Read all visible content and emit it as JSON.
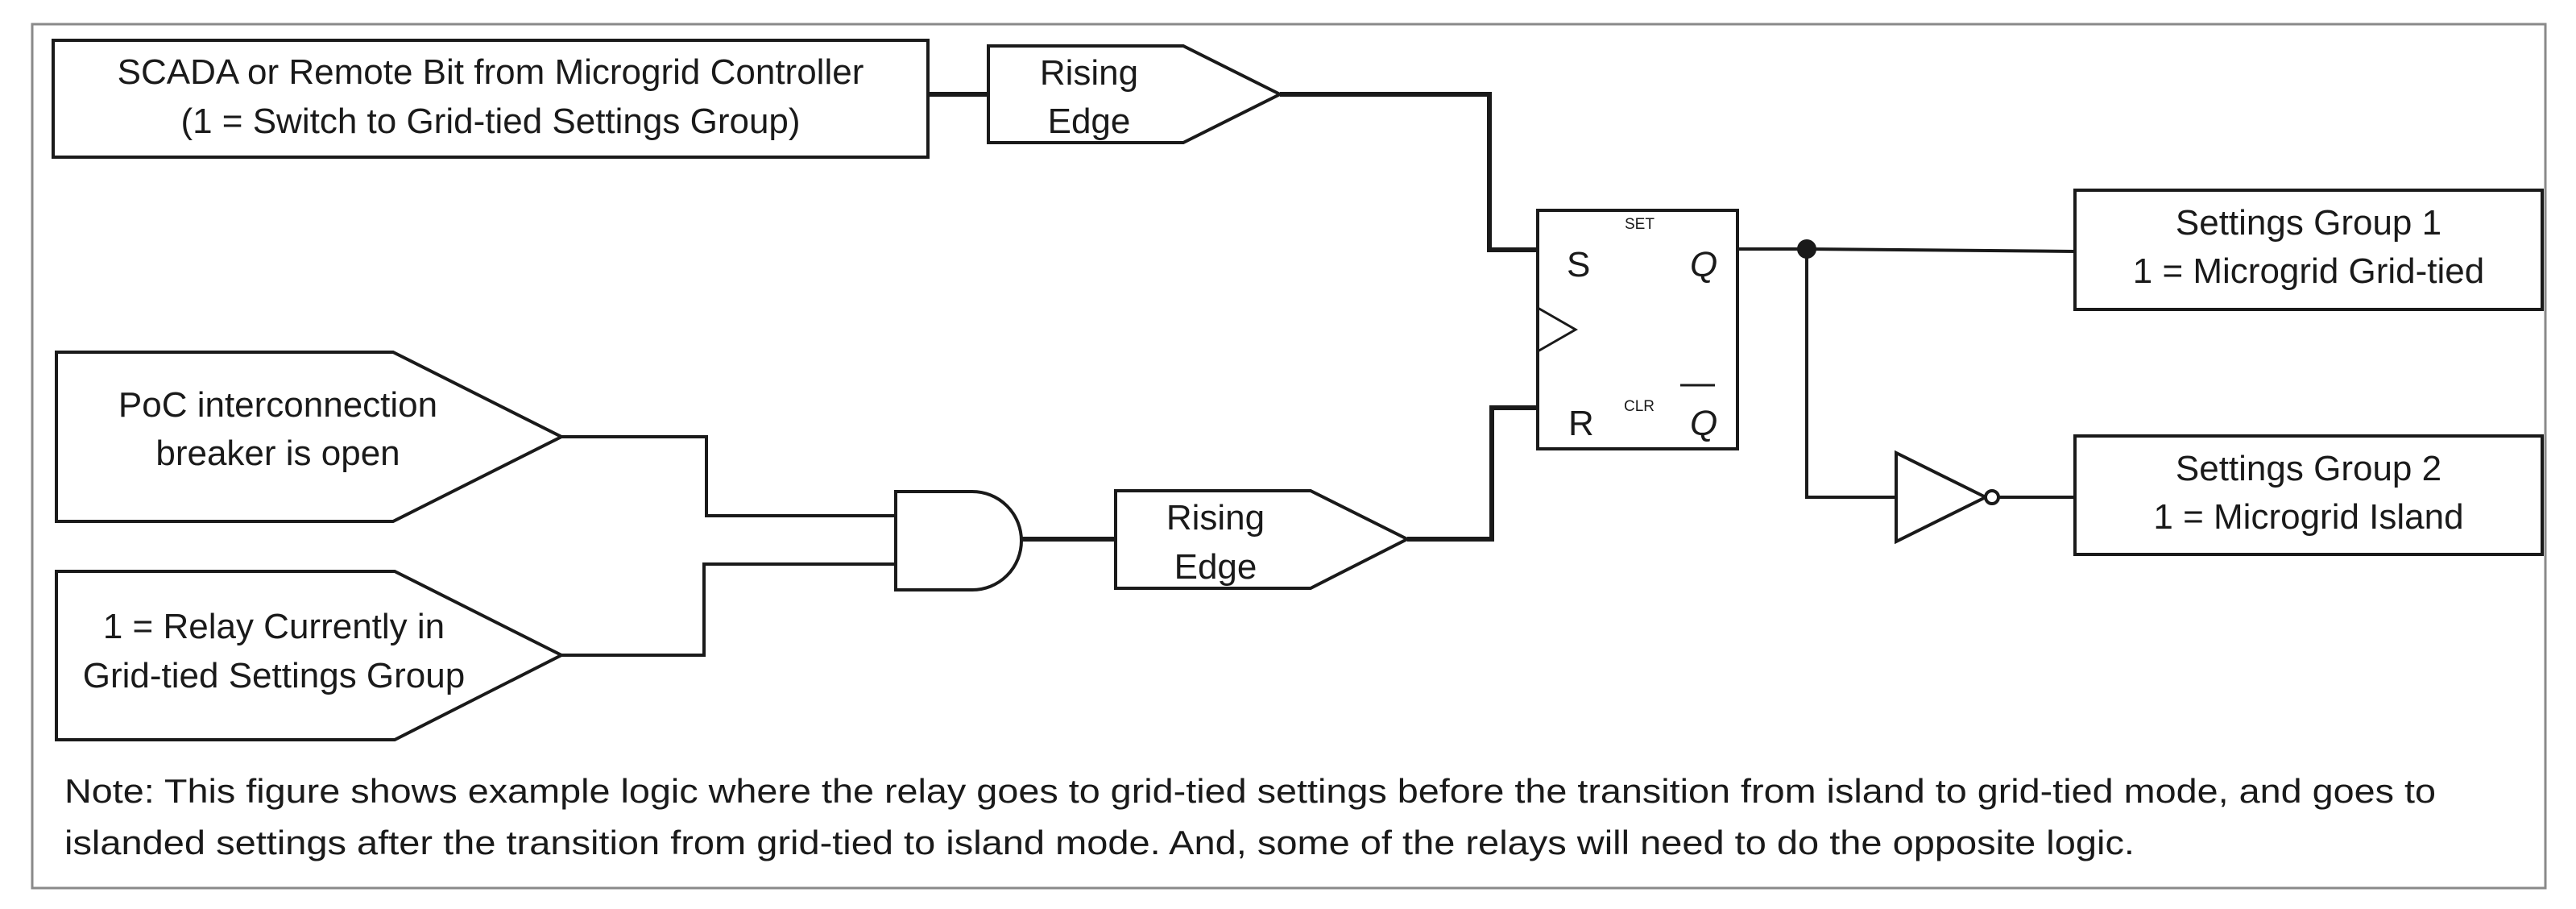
{
  "blocks": {
    "scada": {
      "line1": "SCADA or Remote Bit from Microgrid Controller",
      "line2": "(1 = Switch to Grid-tied Settings Group)"
    },
    "rising_edge_top": {
      "line1": "Rising",
      "line2": "Edge"
    },
    "rising_edge_bottom": {
      "line1": "Rising",
      "line2": "Edge"
    },
    "poc_input": {
      "line1": "PoC interconnection",
      "line2": "breaker is open"
    },
    "relay_input": {
      "line1": "1 = Relay Currently in",
      "line2": "Grid-tied Settings Group"
    },
    "flipflop": {
      "s": "S",
      "r": "R",
      "q": "Q",
      "qbar": "Q",
      "set": "SET",
      "clr": "CLR"
    },
    "group1": {
      "line1": "Settings Group 1",
      "line2": "1 = Microgrid Grid-tied"
    },
    "group2": {
      "line1": "Settings Group 2",
      "line2": "1 = Microgrid Island"
    }
  },
  "note": {
    "line1": "Note: This figure shows example logic where the relay goes to grid-tied settings before the transition from island to grid-tied mode, and goes to",
    "line2": "islanded settings after the transition from grid-tied to island mode. And, some of the relays will need to do the opposite logic."
  }
}
